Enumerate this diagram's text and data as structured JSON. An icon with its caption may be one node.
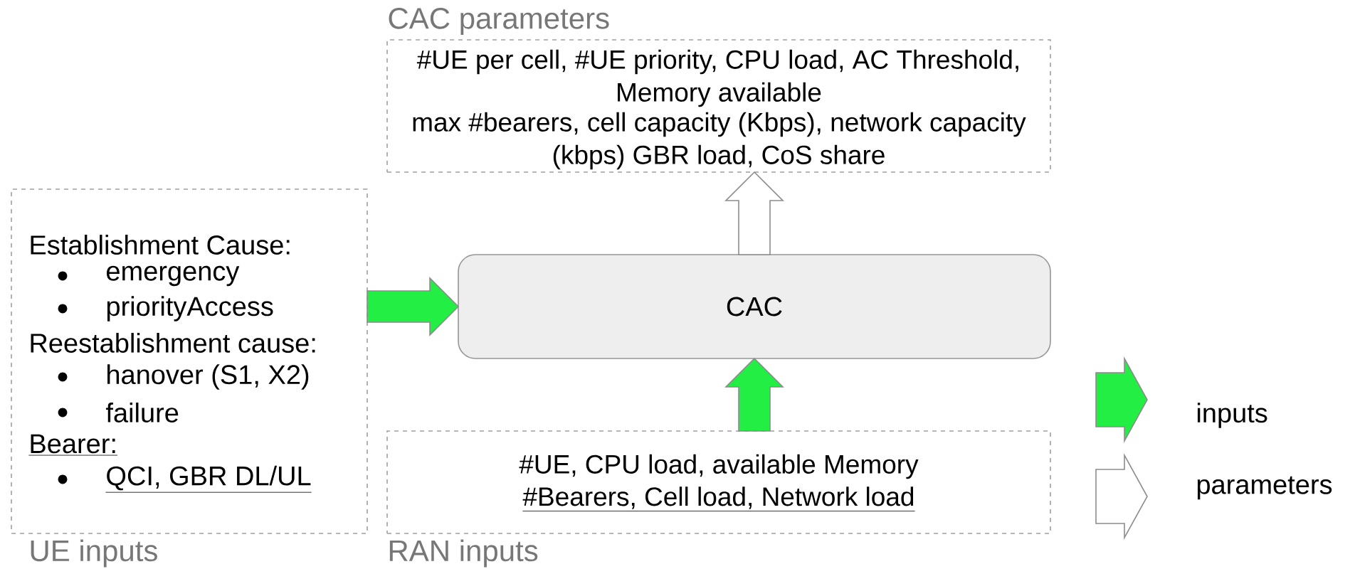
{
  "diagram": {
    "nodes": [
      {
        "text": [
          "Establishment Cause:",
          "emergency",
          "priorityAccess",
          "Reestablishment cause:",
          "hanover (S1, X2)",
          "failure",
          "Bearer:",
          "QCI, GBR DL/UL",
          "UE inputs"
        ]
      },
      {
        "text": [
          "CAC parameters",
          "#UE per cell, #UE priority, CPU load, AC Threshold, Memory available",
          "max #bearers, cell capacity (Kbps), network capacity (kbps) GBR load, CoS share"
        ]
      },
      {
        "text": [
          "CAC"
        ]
      },
      {
        "text": [
          "#UE, CPU load, available Memory",
          "#Bearers, Cell load, Network load",
          "RAN inputs"
        ]
      }
    ],
    "edges": [
      {
        "from": 0,
        "to": 2,
        "arrow": "to"
      },
      {
        "from": 3,
        "to": 2,
        "arrow": "to"
      },
      {
        "from": 2,
        "to": 1,
        "arrow": "to",
        "color": "#ffffff"
      }
    ],
    "legend": [
      {
        "text": "inputs"
      },
      {
        "text": "parameters"
      }
    ]
  }
}
